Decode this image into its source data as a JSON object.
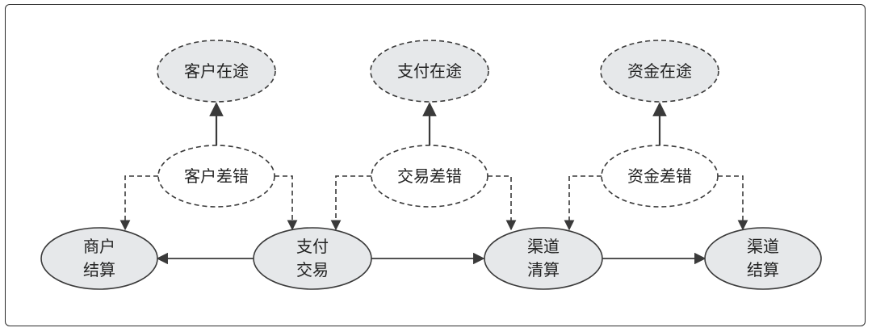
{
  "diagram": {
    "colors": {
      "node_fill": "#e6e8ea",
      "node_stroke": "#3a3a3a",
      "dashed_fill": "#ffffff",
      "edge": "#3a3a3a"
    },
    "top_nodes": [
      {
        "id": "customer-in-transit",
        "label": "客户在途"
      },
      {
        "id": "payment-in-transit",
        "label": "支付在途"
      },
      {
        "id": "funds-in-transit",
        "label": "资金在途"
      }
    ],
    "diff_nodes": [
      {
        "id": "customer-discrepancy",
        "label": "客户差错"
      },
      {
        "id": "transaction-discrepancy",
        "label": "交易差错"
      },
      {
        "id": "funds-discrepancy",
        "label": "资金差错"
      }
    ],
    "flow_nodes": [
      {
        "id": "merchant-settlement",
        "lines": [
          "商户",
          "结算"
        ]
      },
      {
        "id": "payment-transaction",
        "lines": [
          "支付",
          "交易"
        ]
      },
      {
        "id": "channel-clearing",
        "lines": [
          "渠道",
          "清算"
        ]
      },
      {
        "id": "channel-settlement",
        "lines": [
          "渠道",
          "结算"
        ]
      }
    ]
  }
}
